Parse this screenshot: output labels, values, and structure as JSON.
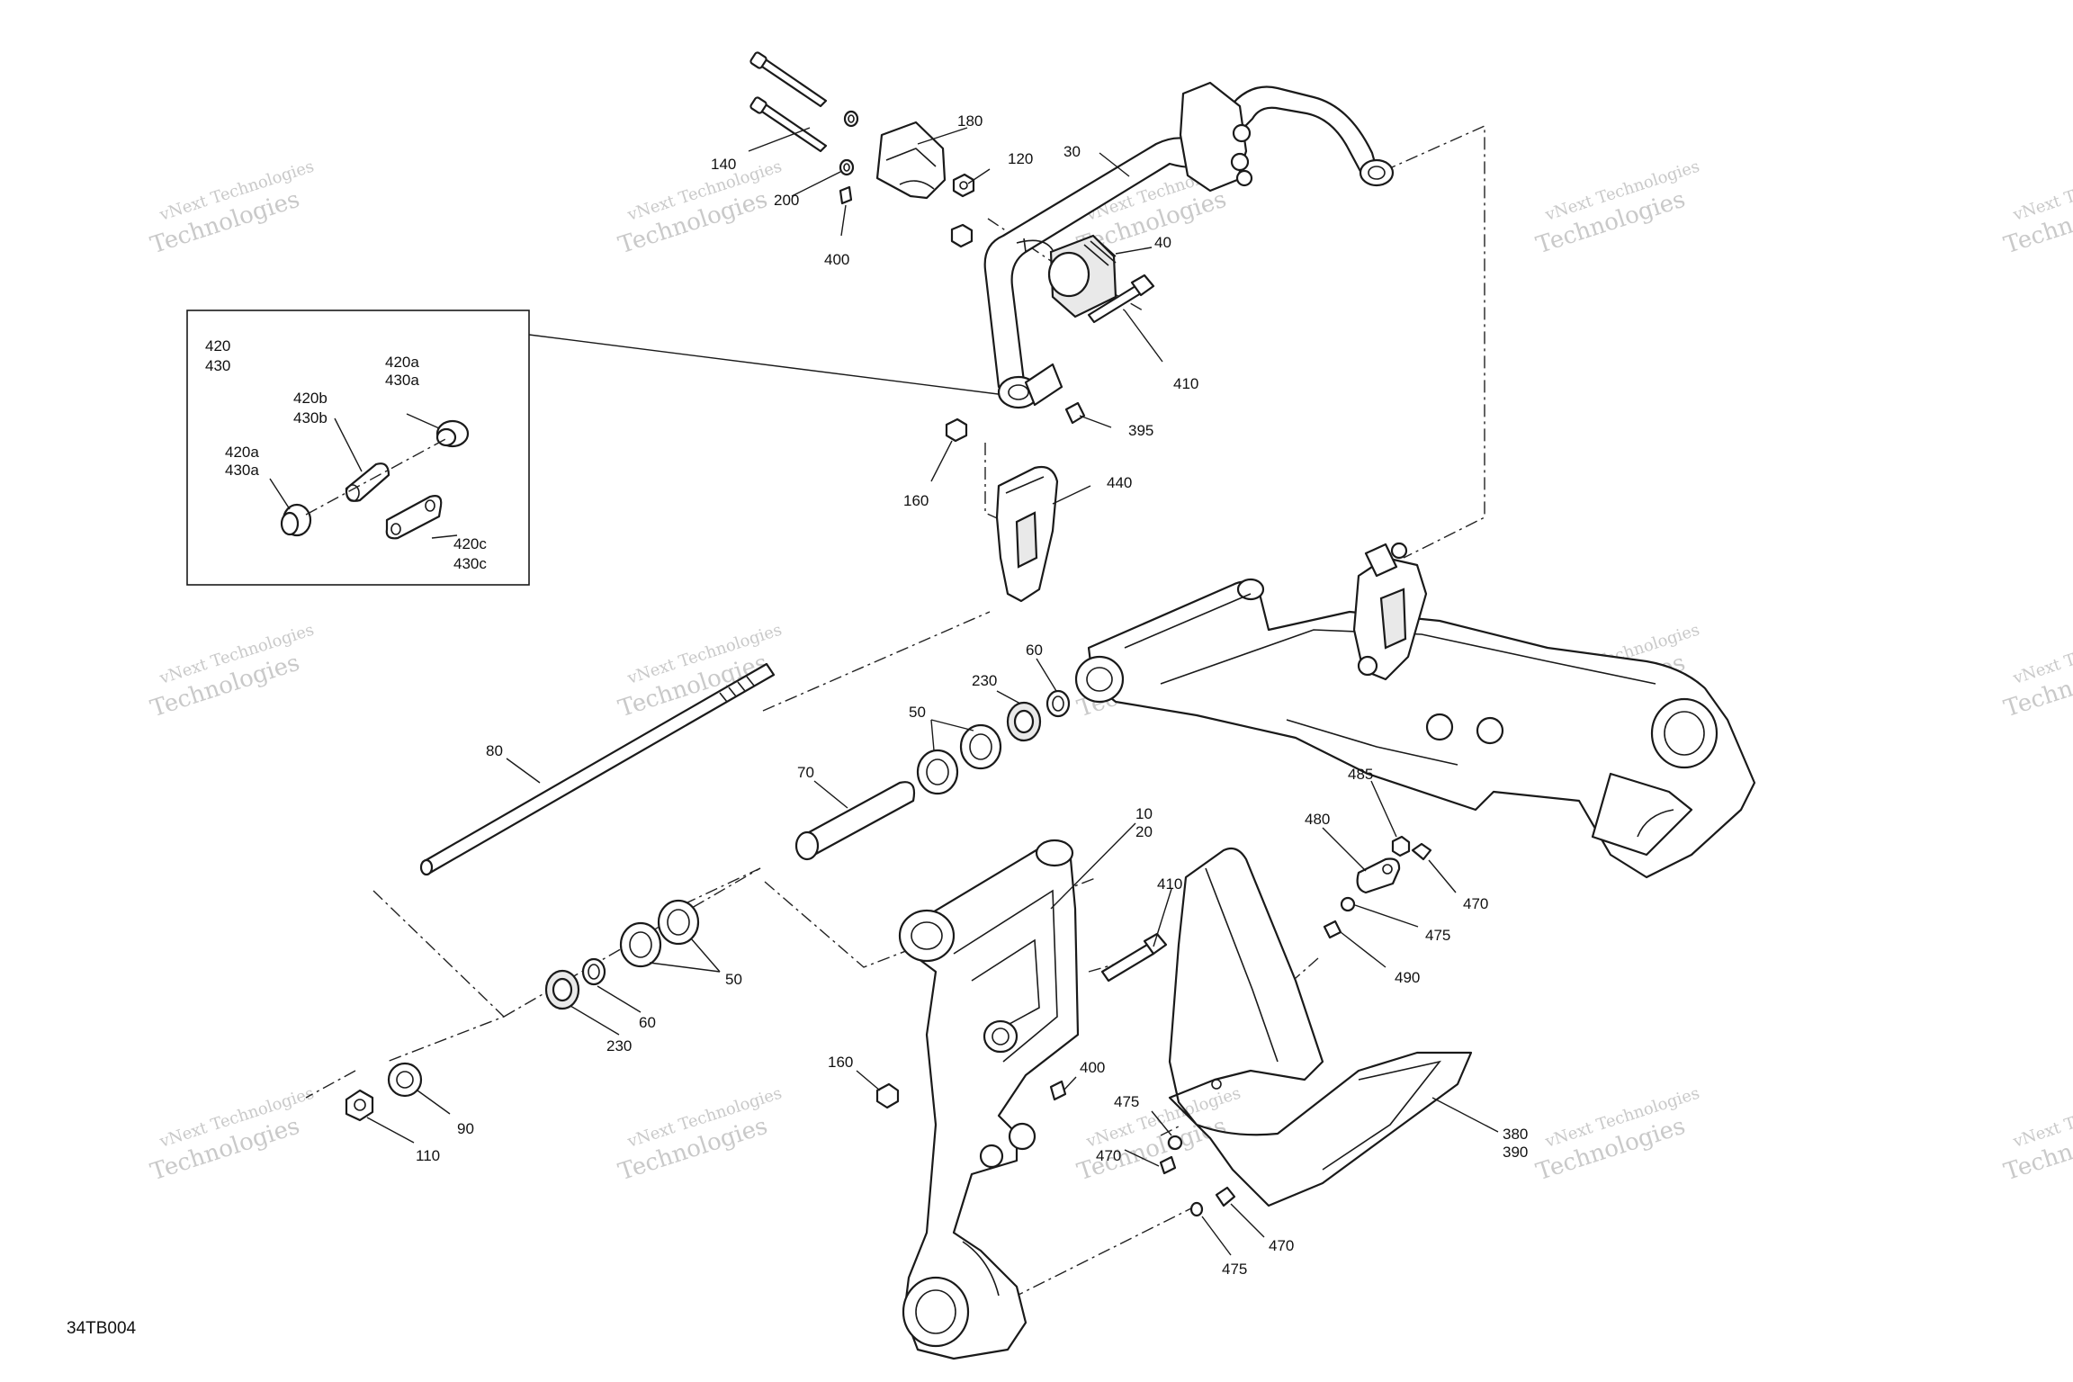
{
  "figure_id": "34TB004",
  "watermark": {
    "line1": "vNext Technologies",
    "line2": "Technologies"
  },
  "inset_labels": [
    "420",
    "430",
    "420a",
    "430a",
    "420b",
    "430b",
    "420a",
    "430a",
    "420c",
    "430c"
  ],
  "callouts": [
    "140",
    "180",
    "120",
    "200",
    "400",
    "30",
    "40",
    "410",
    "395",
    "160",
    "440",
    "60",
    "230",
    "50",
    "70",
    "80",
    "10",
    "20",
    "485",
    "480",
    "470",
    "475",
    "490",
    "410",
    "50",
    "60",
    "230",
    "160",
    "400",
    "90",
    "110",
    "475",
    "470",
    "380",
    "390",
    "470",
    "475"
  ],
  "colors": {
    "line": "#1a1a1a",
    "watermark": "#c9c9c9",
    "background": "#ffffff"
  }
}
